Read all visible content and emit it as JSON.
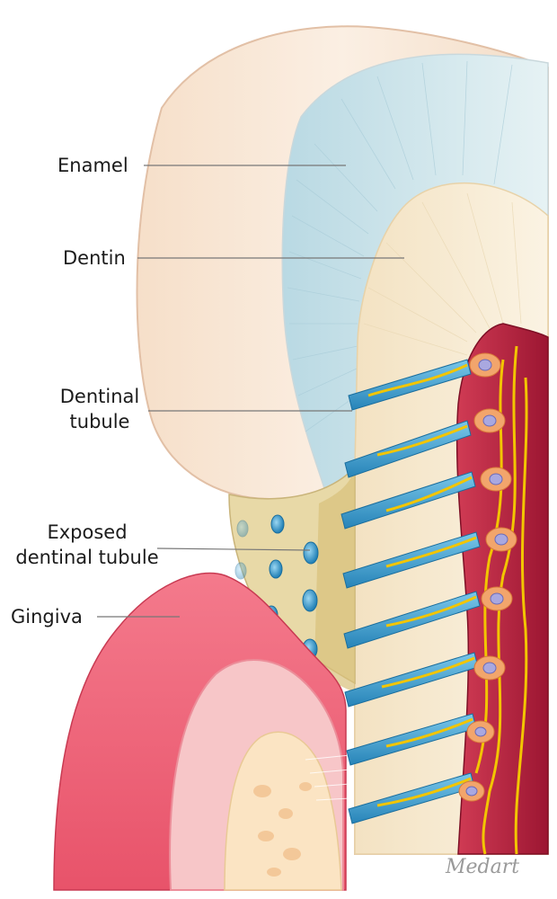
{
  "labels": {
    "enamel": "Enamel",
    "dentin": "Dentin",
    "dentinal_tubule": [
      "Dentinal",
      "tubule"
    ],
    "exposed_dentinal_tubule": [
      "Exposed",
      "dentinal tubule"
    ],
    "gingiva": "Gingiva"
  },
  "signature": "Medart",
  "colors": {
    "enamel": "#c8e3ea",
    "dentin": "#f5e8cc",
    "gingiva": "#e8536a",
    "pulp": "#b0203a",
    "nerve": "#f2c500",
    "tubule": "#3aa6d6",
    "odontoblast": "#f2a56c"
  }
}
